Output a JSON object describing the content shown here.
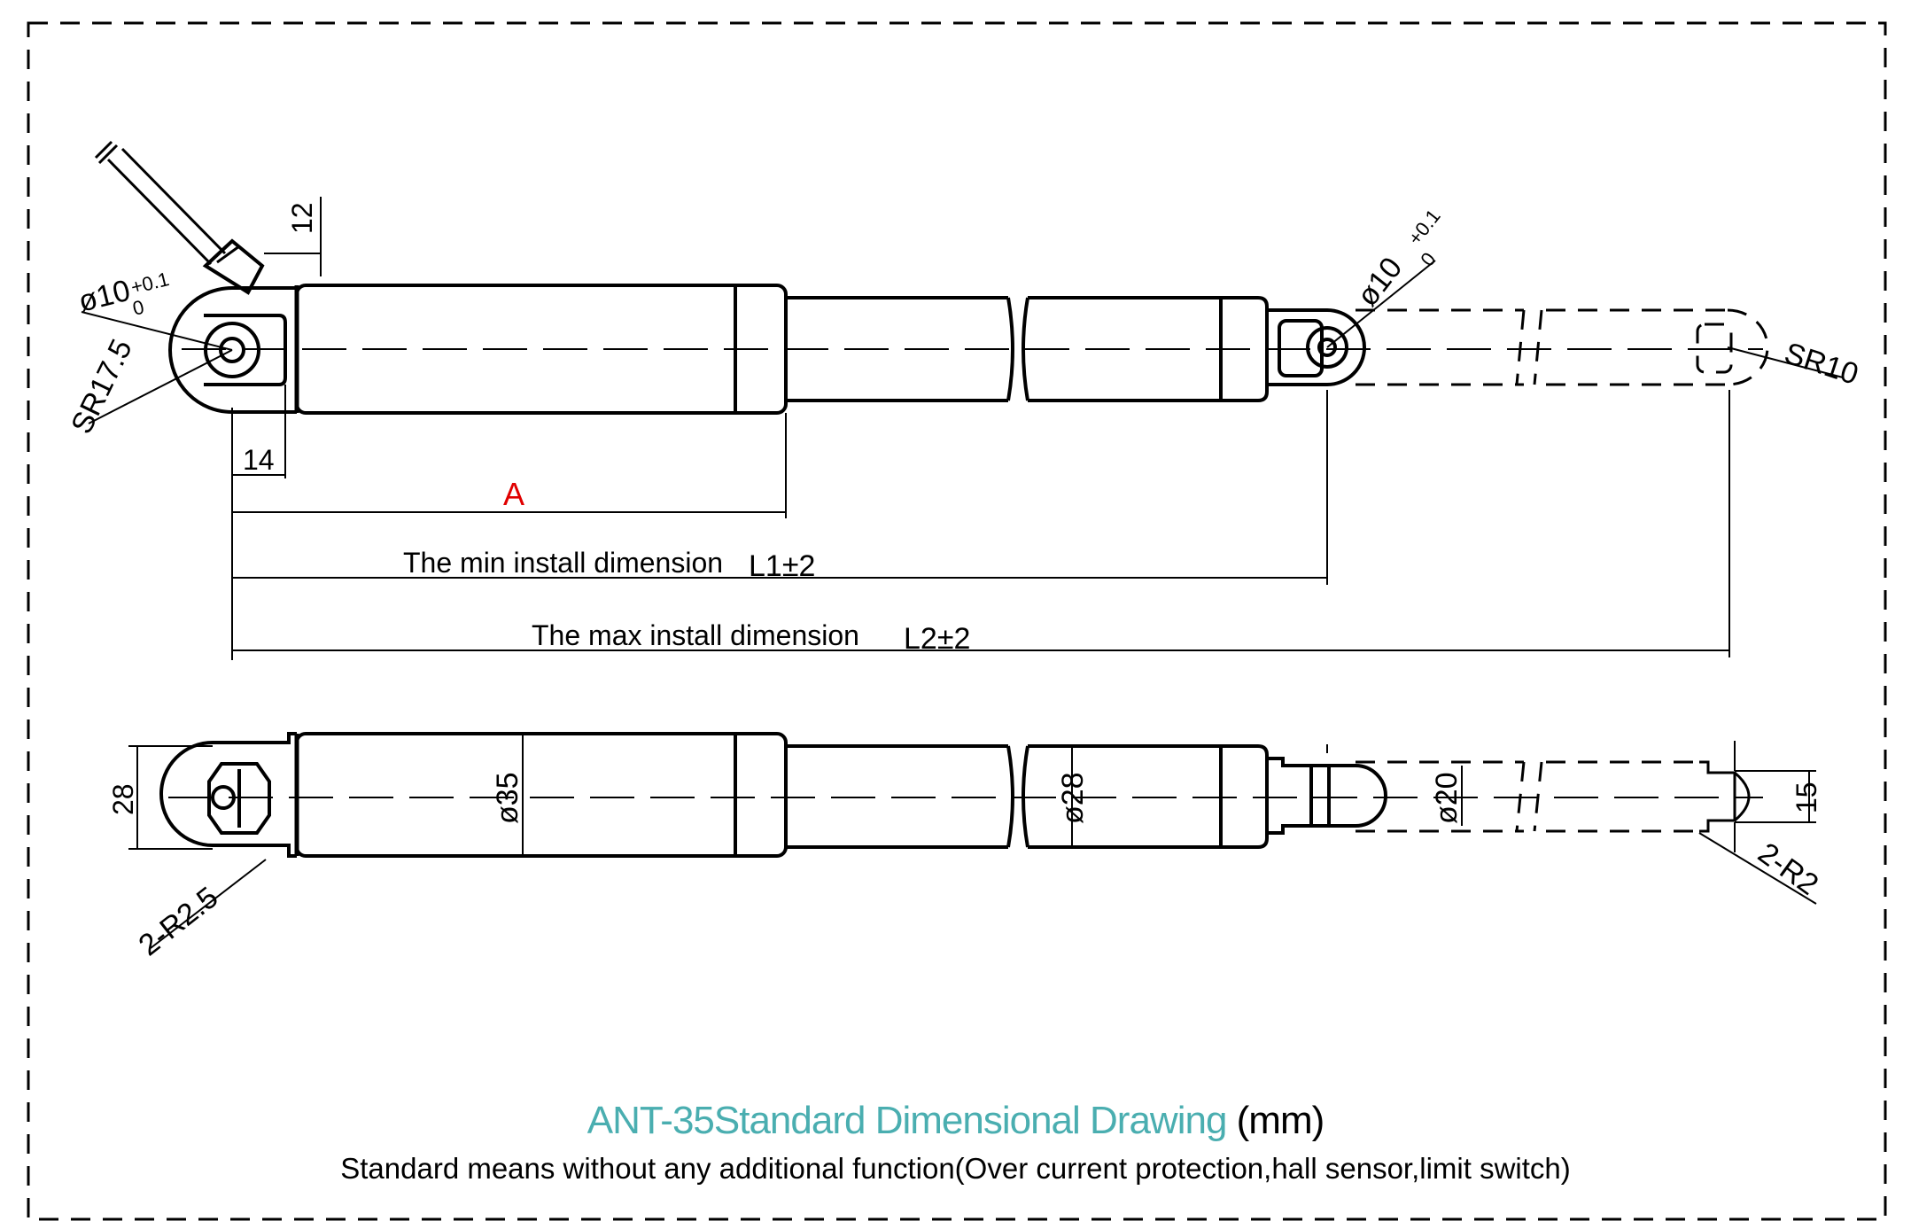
{
  "title": {
    "model": "ANT-35",
    "main": "Standard Dimensional Drawing",
    "unit": "(mm)"
  },
  "subtitle": "Standard means without any additional function(Over current protection,hall sensor,limit switch)",
  "labels": {
    "hole_tol_upper": "+0.1",
    "hole_tol_lower": "0",
    "rear_hole": "ø10",
    "front_hole": "ø10",
    "rear_radius": "SR17.5",
    "front_radius": "SR10",
    "cable_offset": "12",
    "rear_offset": "14",
    "dim_a": "A",
    "min_install_text": "The min install dimension",
    "min_install_value": "L1±2",
    "max_install_text": "The max install dimension",
    "max_install_value": "L2±2",
    "rear_width": "28",
    "body_diameter": "ø35",
    "rod_diameter": "ø28",
    "tip_diameter": "ø20",
    "tip_flat": "15",
    "rear_fillet": "2-R2.5",
    "front_fillet": "2-R2"
  },
  "colors": {
    "title": "#4aaeb0",
    "dim_a": "#e00000",
    "line": "#000000"
  }
}
